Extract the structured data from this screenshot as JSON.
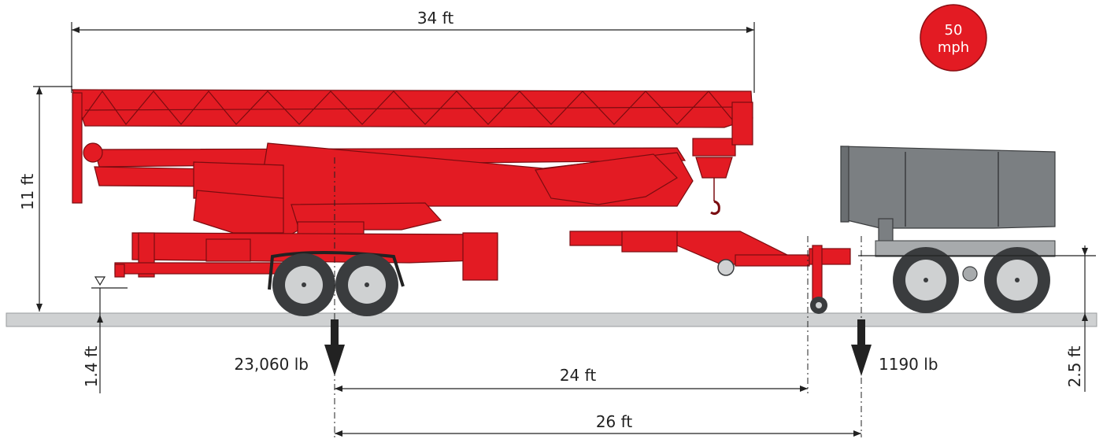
{
  "speed_badge": {
    "value": "50",
    "unit": "mph",
    "color": "#e31b23"
  },
  "dimensions": {
    "overall_length": "34 ft",
    "height": "11 ft",
    "ground_clearance_front": "1.4 ft",
    "ground_clearance_rear": "2.5 ft",
    "axle_to_dolly": "24 ft",
    "axle_to_hitch": "26 ft"
  },
  "loads": {
    "main_axle": "23,060 lb",
    "hitch": "1190 lb"
  },
  "colors": {
    "crane": "#e31b23",
    "truck": "#7b7f82",
    "ground": "#cfd1d2"
  }
}
